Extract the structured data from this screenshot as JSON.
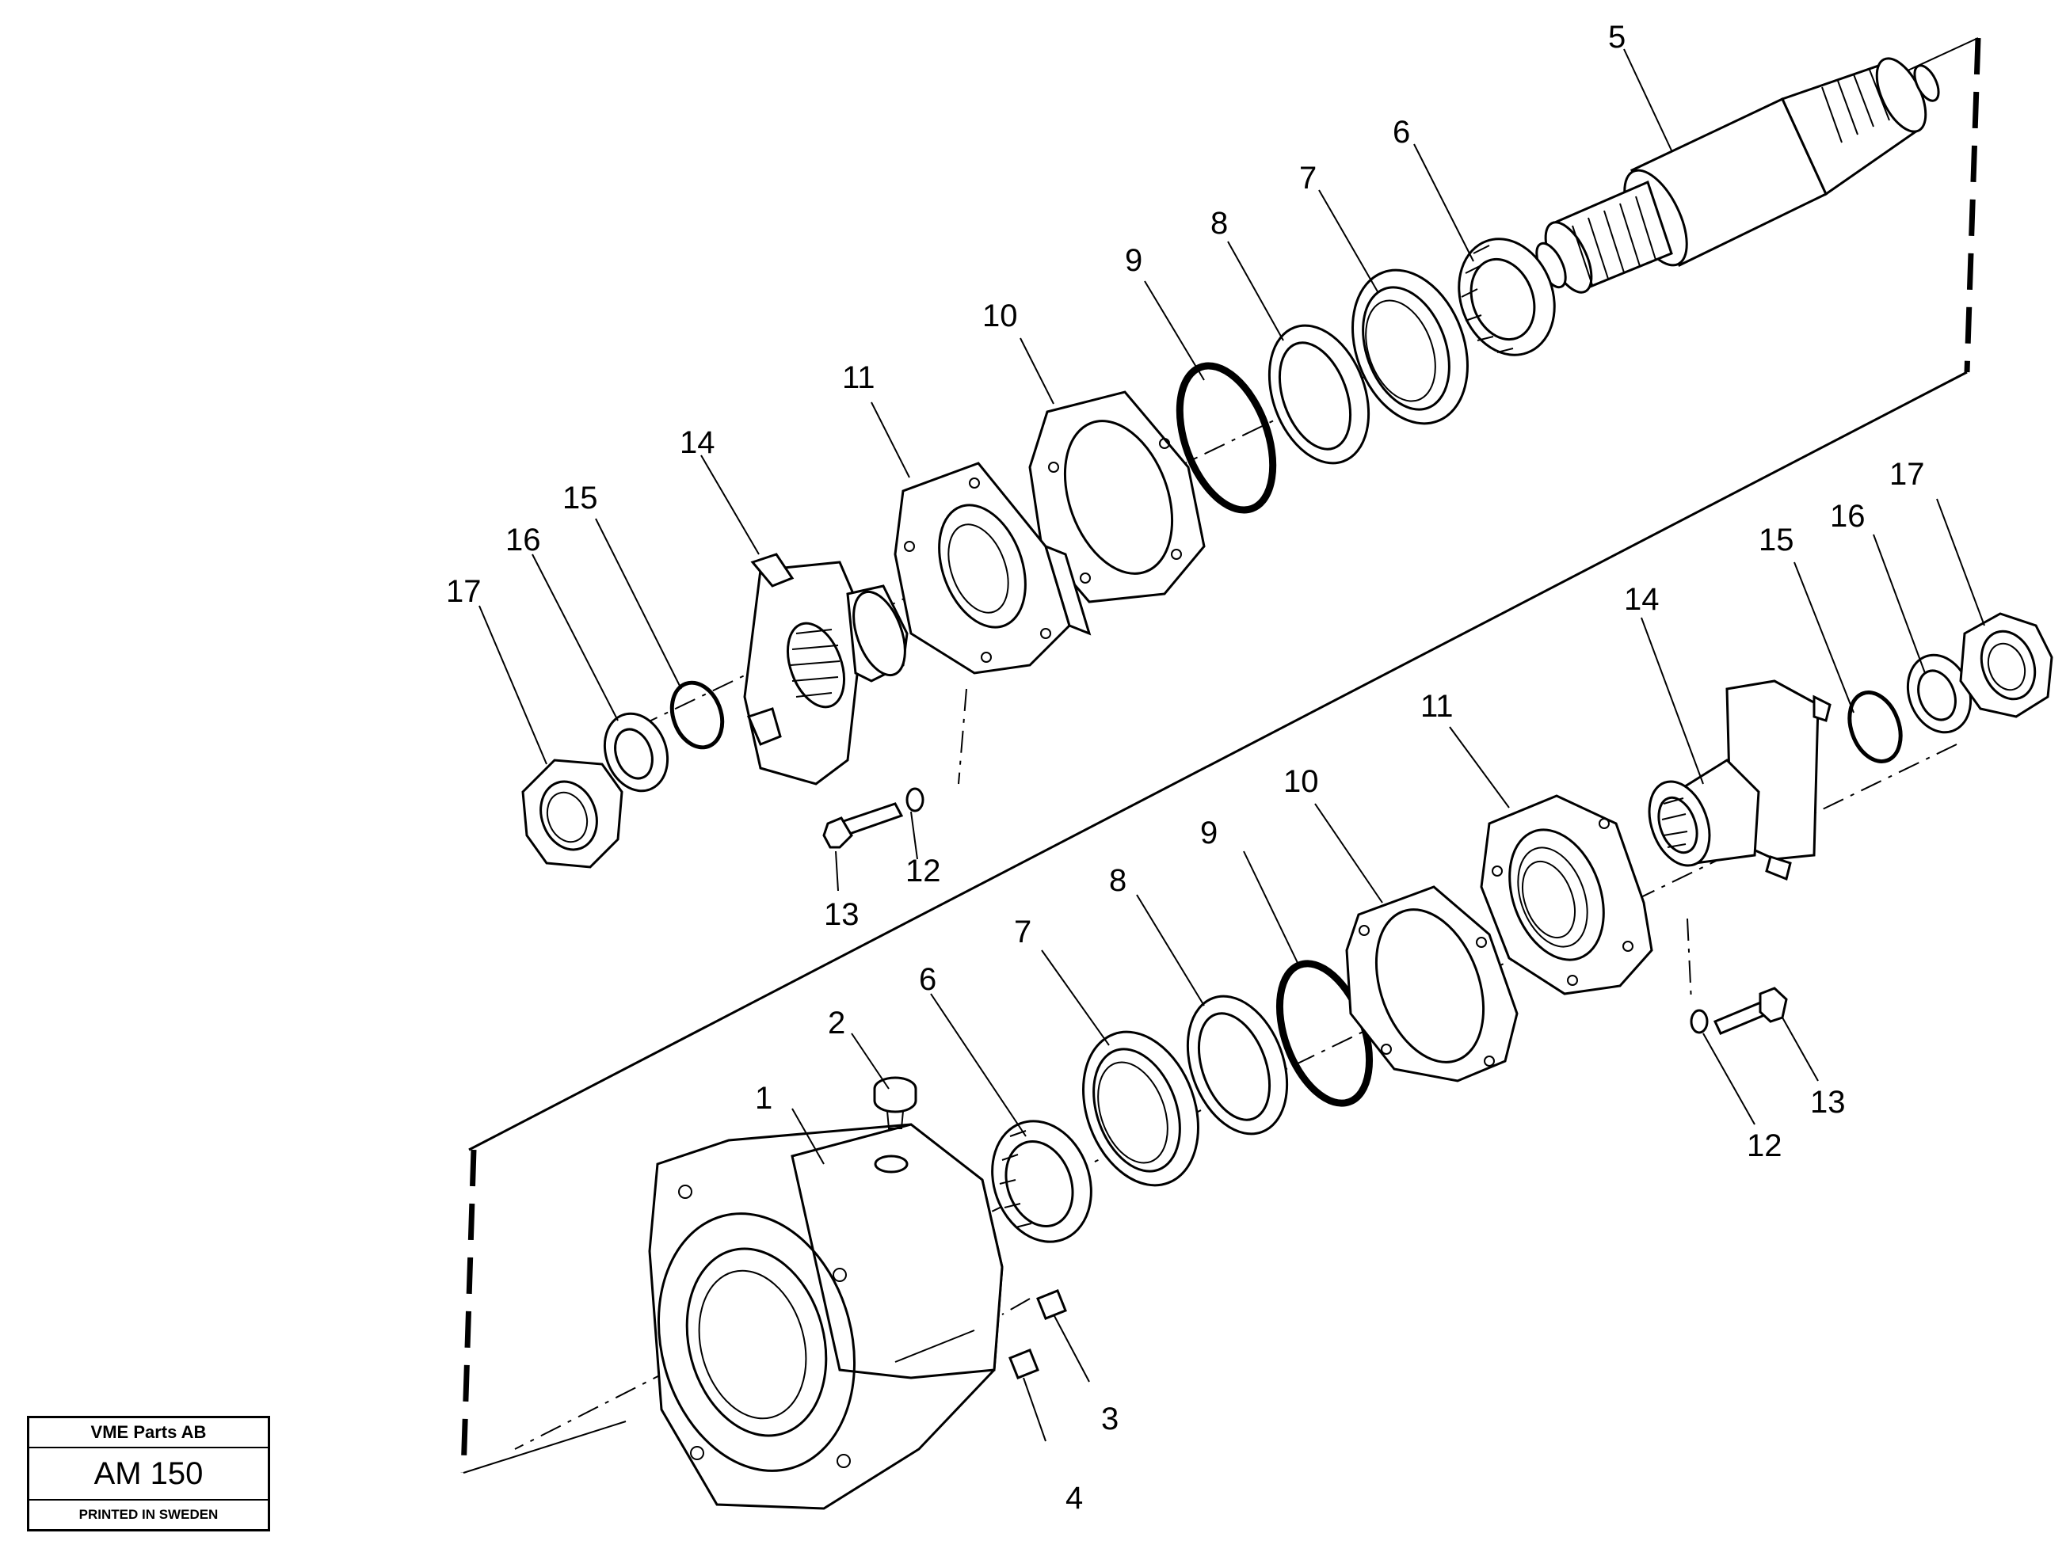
{
  "callouts": {
    "u1": "1",
    "u2": "2",
    "u3": "3",
    "u4": "4",
    "u5": "5",
    "u6": "6",
    "u7": "7",
    "u8": "8",
    "u9": "9",
    "u10": "10",
    "u11": "11",
    "u12": "12",
    "u13": "13",
    "u14": "14",
    "u15": "15",
    "u16": "16",
    "u17": "17",
    "l6": "6",
    "l7": "7",
    "l8": "8",
    "l9": "9",
    "l10": "10",
    "l11": "11",
    "l12": "12",
    "l13": "13",
    "l14": "14",
    "l15": "15",
    "l16": "16",
    "l17": "17"
  },
  "legend": {
    "company": "VME Parts AB",
    "code": "AM 150",
    "printed": "PRINTED IN SWEDEN"
  }
}
